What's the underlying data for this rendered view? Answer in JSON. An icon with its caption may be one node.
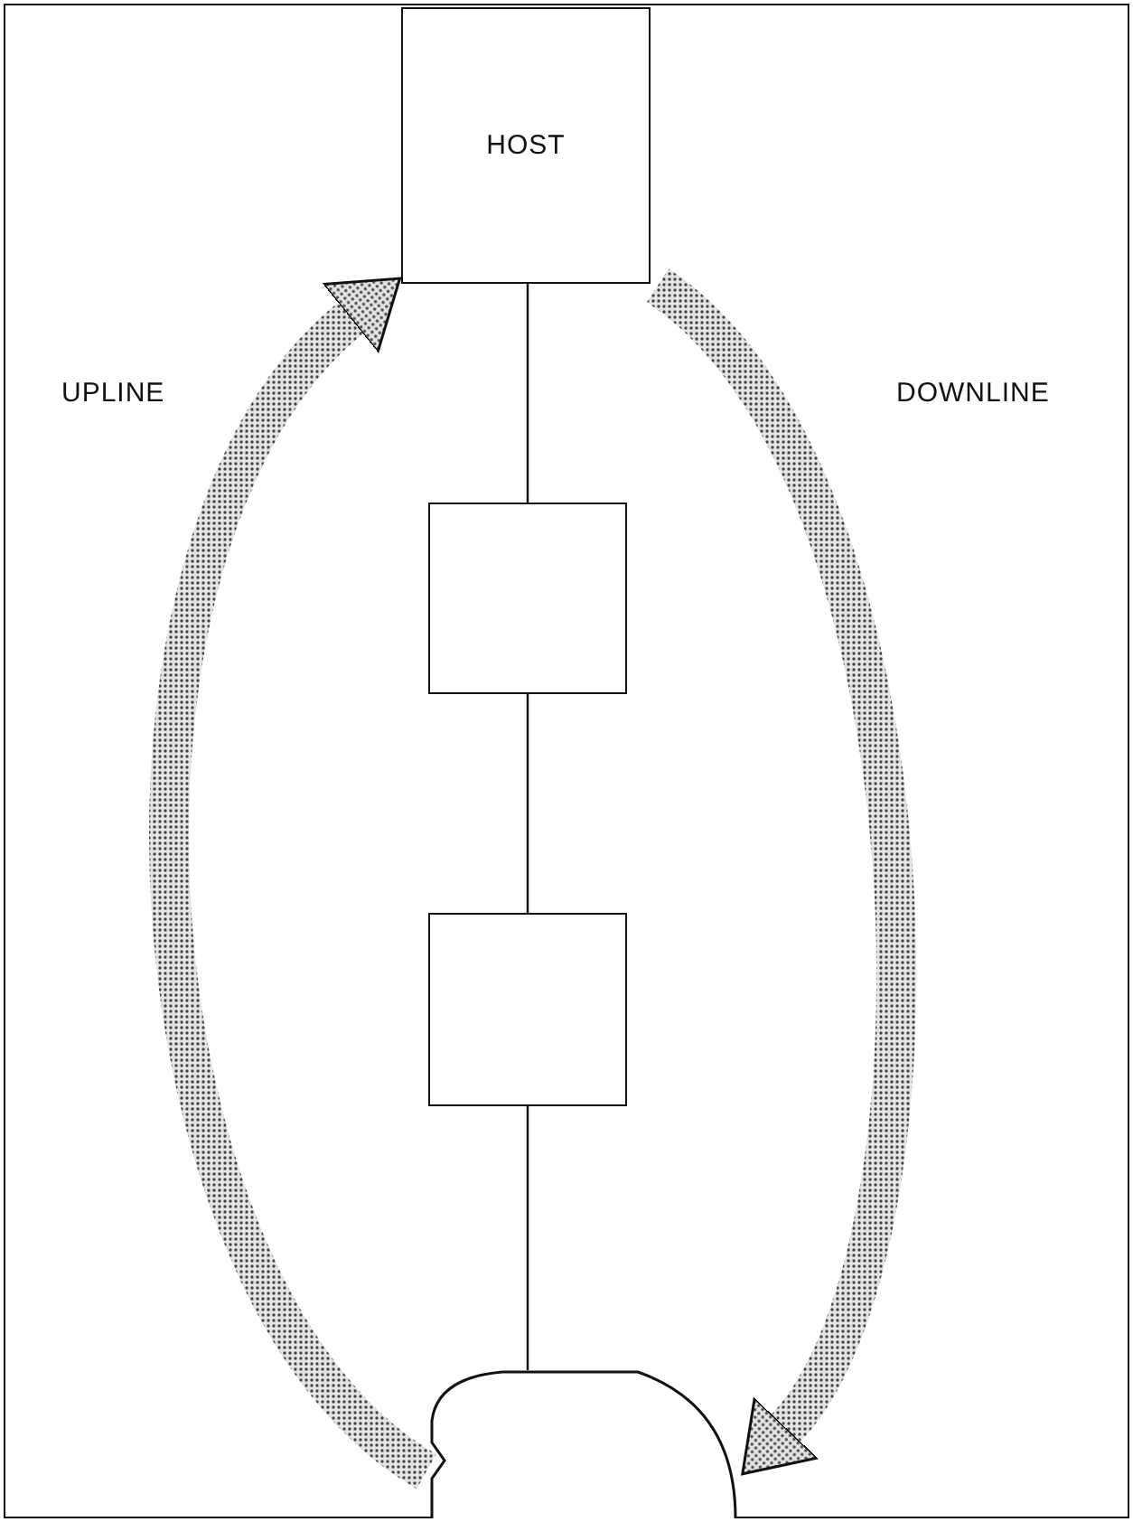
{
  "diagram": {
    "nodes": [
      {
        "text": [
          "HOST"
        ]
      },
      {
        "text": [],
        "shape": "box"
      },
      {
        "text": [],
        "shape": "box"
      },
      {
        "text": [],
        "shape": "display"
      }
    ],
    "edges": [
      {
        "from": 0,
        "to": 1,
        "arrow": "none"
      },
      {
        "from": 1,
        "to": 2,
        "arrow": "none"
      },
      {
        "from": 2,
        "to": 3,
        "arrow": "none"
      },
      {
        "from": 3,
        "to": 0,
        "arrow": "to",
        "label": "UPLINE",
        "style": "thick"
      },
      {
        "from": 0,
        "to": 3,
        "arrow": "to",
        "label": "DOWNLINE",
        "style": "thick"
      }
    ]
  }
}
